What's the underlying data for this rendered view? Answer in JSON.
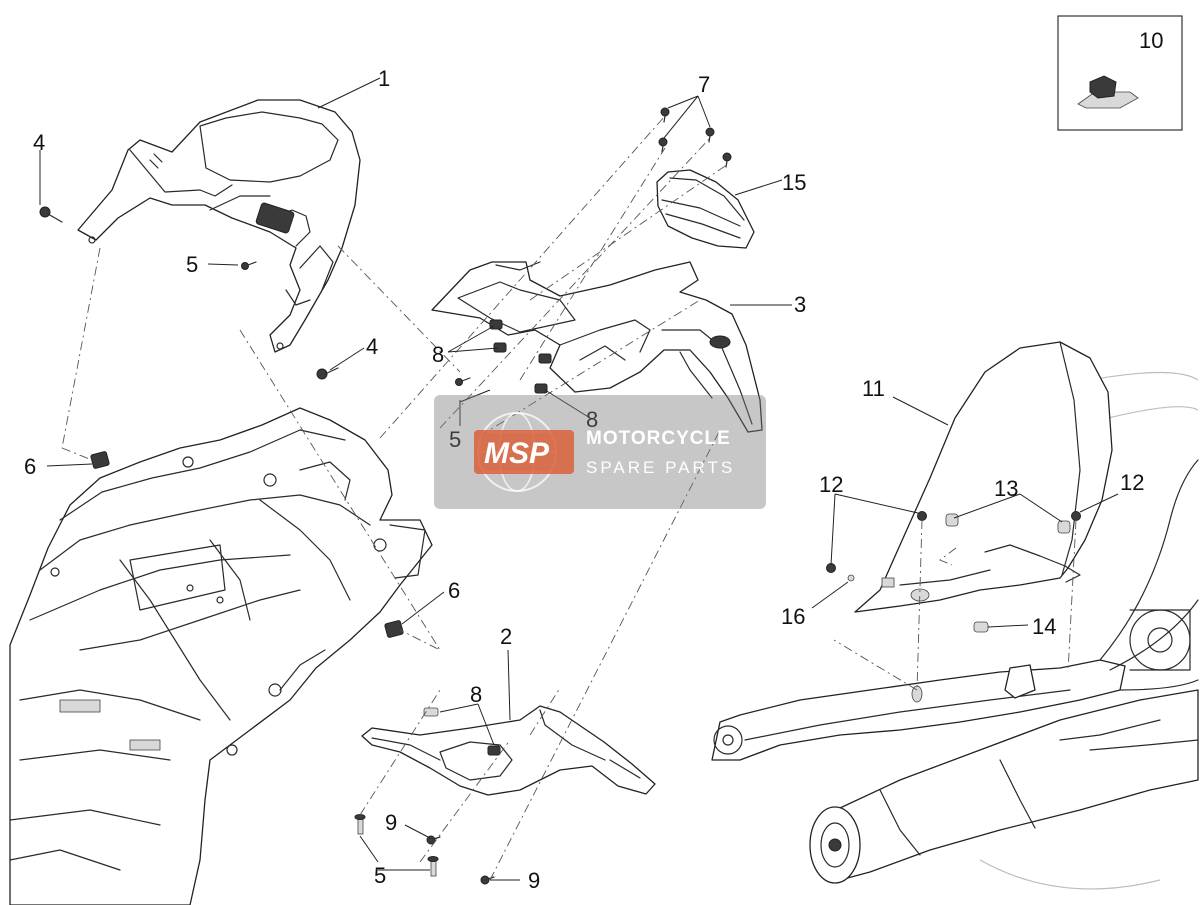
{
  "callouts": {
    "c1": "1",
    "c2": "2",
    "c3": "3",
    "c4a": "4",
    "c4b": "4",
    "c5a": "5",
    "c5b": "5",
    "c5c": "5",
    "c6a": "6",
    "c6b": "6",
    "c7": "7",
    "c8a": "8",
    "c8b": "8",
    "c8c": "8",
    "c9a": "9",
    "c9b": "9",
    "c10": "10",
    "c11": "11",
    "c12a": "12",
    "c12b": "12",
    "c13": "13",
    "c14": "14",
    "c15": "15",
    "c16": "16"
  },
  "watermark": {
    "logo": "MSP",
    "line1": "MOTORCYCLE",
    "line2": "SPARE PARTS",
    "color": "#d9603a"
  }
}
